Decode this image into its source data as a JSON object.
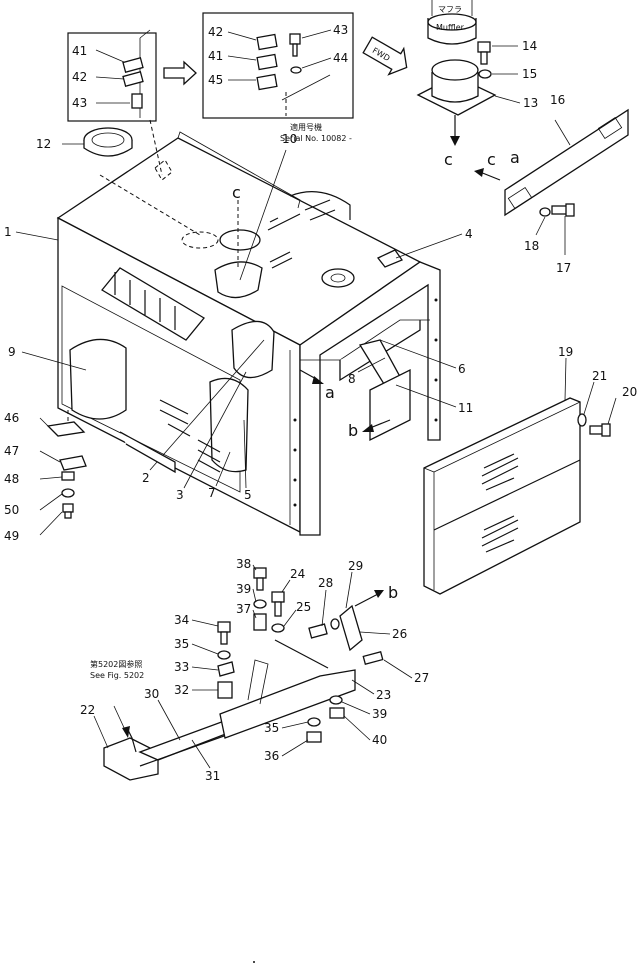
{
  "diagram": {
    "labels": {
      "muffler_jp": "マフラ",
      "muffler_en": "Muffler",
      "serial_jp": "適用号機",
      "serial_en": "Serial No. 10082 -",
      "see_fig_jp": "第5202図参照",
      "see_fig_en": "See Fig. 5202",
      "fwd": "FWD"
    },
    "letters": [
      "c",
      "a",
      "b"
    ],
    "callouts": [
      "1",
      "2",
      "3",
      "4",
      "5",
      "6",
      "7",
      "8",
      "9",
      "10",
      "11",
      "12",
      "13",
      "14",
      "15",
      "16",
      "17",
      "18",
      "19",
      "20",
      "21",
      "22",
      "23",
      "24",
      "25",
      "26",
      "27",
      "28",
      "29",
      "30",
      "31",
      "32",
      "33",
      "34",
      "35",
      "36",
      "37",
      "38",
      "39",
      "40",
      "41",
      "42",
      "43",
      "44",
      "45",
      "46",
      "47",
      "48",
      "49",
      "50"
    ]
  }
}
